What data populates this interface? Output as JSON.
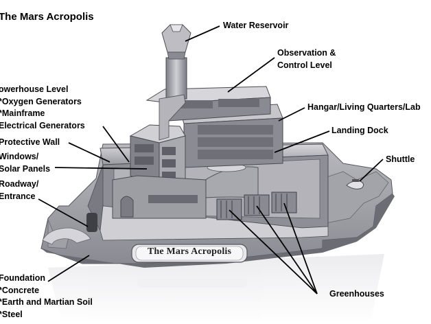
{
  "title": "The Mars Acropolis",
  "plaque_text": "The Mars Acropolis",
  "labels": {
    "water_reservoir": "Water Reservoir",
    "observation": [
      "Observation &",
      "Control Level"
    ],
    "hangar": "Hangar/Living Quarters/Lab",
    "landing_dock": "Landing Dock",
    "shuttle": "Shuttle",
    "powerhouse": [
      "owerhouse Level",
      "*Oxygen Generators",
      "*Mainframe",
      "Electrical Generators"
    ],
    "protective_wall": "Protective Wall",
    "windows": [
      "Windows/",
      "Solar Panels"
    ],
    "roadway": [
      "Roadway/",
      "Entrance"
    ],
    "foundation": [
      "Foundation",
      "*Concrete",
      "*Earth and Martian Soil",
      "*Steel"
    ],
    "greenhouses": "Greenhouses"
  },
  "colors": {
    "model_light": "#c9c9ce",
    "model_mid": "#9c9ca3",
    "model_dark": "#5b5b63",
    "window": "#6f6f77",
    "leader": "#000000"
  }
}
